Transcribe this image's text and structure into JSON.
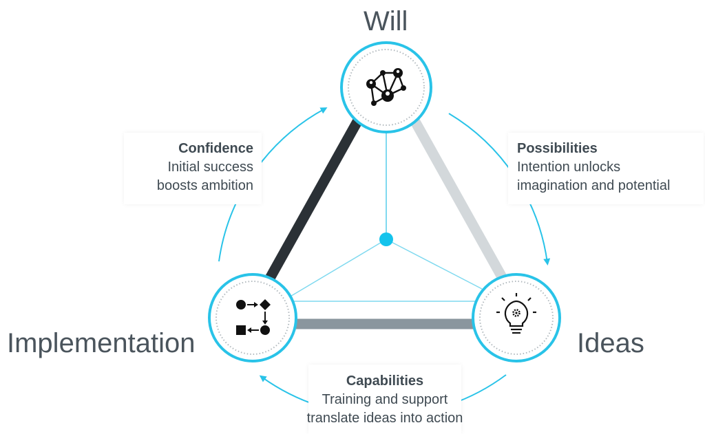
{
  "colors": {
    "accent": "#29c3e8",
    "dark_edge": "#2b3136",
    "mid_edge": "#8a969e",
    "light_edge": "#d3d8db",
    "text": "#4a545c"
  },
  "nodes": {
    "will": {
      "title": "Will",
      "icon": "network-people-icon"
    },
    "implementation": {
      "title": "Implementation",
      "icon": "process-flow-icon"
    },
    "ideas": {
      "title": "Ideas",
      "icon": "lightbulb-gear-icon"
    }
  },
  "notes": {
    "confidence": {
      "heading": "Confidence",
      "lines": [
        "Initial success",
        "boosts ambition"
      ]
    },
    "possibilities": {
      "heading": "Possibilities",
      "lines": [
        "Intention unlocks",
        "imagination and potential"
      ]
    },
    "capabilities": {
      "heading": "Capabilities",
      "lines": [
        "Training and support",
        "translate ideas into action"
      ]
    }
  }
}
